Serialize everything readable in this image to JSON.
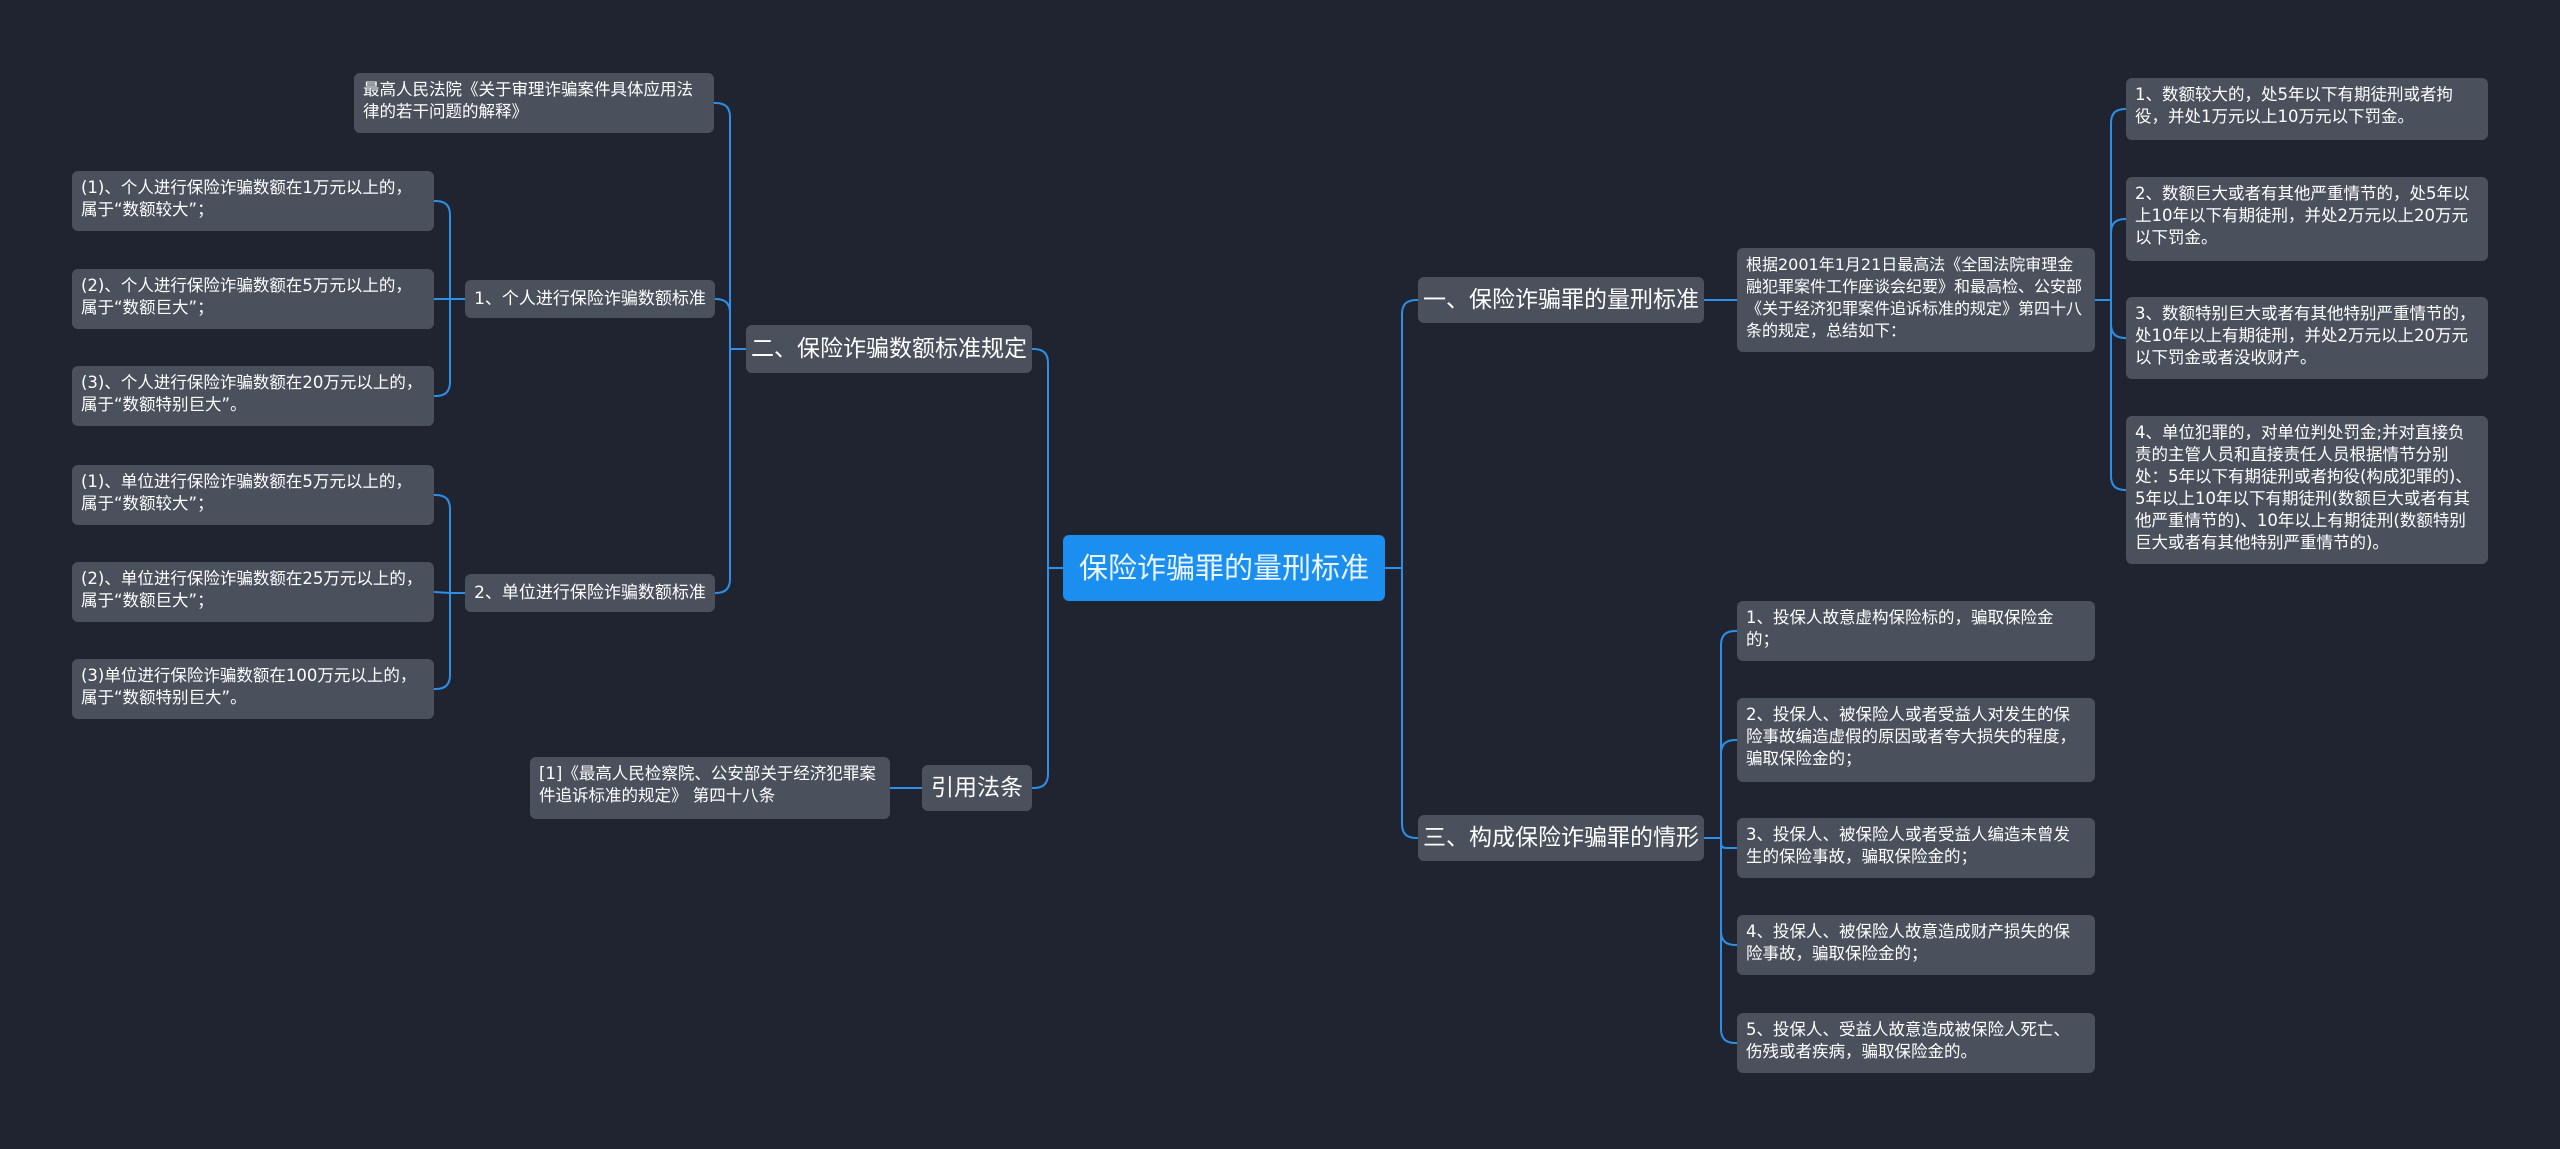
{
  "mindmap": {
    "root": "保险诈骗罪的量刑标准",
    "branch1": {
      "label": "一、保险诈骗罪的量刑标准",
      "summary": "根据2001年1月21日最高法《全国法院审理金融犯罪案件工作座谈会纪要》和最高检、公安部《关于经济犯罪案件追诉标准的规定》第四十八条的规定，总结如下：",
      "items": [
        "1、数额较大的，处5年以下有期徒刑或者拘役，并处1万元以上10万元以下罚金。",
        "2、数额巨大或者有其他严重情节的，处5年以上10年以下有期徒刑，并处2万元以上20万元以下罚金。",
        "3、数额特别巨大或者有其他特别严重情节的，处10年以上有期徒刑，并处2万元以上20万元以下罚金或者没收财产。",
        "4、单位犯罪的，对单位判处罚金;并对直接负责的主管人员和直接责任人员根据情节分别处：5年以下有期徒刑或者拘役(构成犯罪的)、5年以上10年以下有期徒刑(数额巨大或者有其他严重情节的)、10年以上有期徒刑(数额特别巨大或者有其他特别严重情节的)。"
      ]
    },
    "branch2": {
      "label": "二、保险诈骗数额标准规定",
      "source": "最高人民法院《关于审理诈骗案件具体应用法律的若干问题的解释》",
      "personal": {
        "label": "1、个人进行保险诈骗数额标准",
        "items": [
          "(1)、个人进行保险诈骗数额在1万元以上的，属于“数额较大”；",
          "(2)、个人进行保险诈骗数额在5万元以上的，属于“数额巨大”；",
          "(3)、个人进行保险诈骗数额在20万元以上的，属于“数额特别巨大”。"
        ]
      },
      "unit": {
        "label": "2、单位进行保险诈骗数额标准",
        "items": [
          "(1)、单位进行保险诈骗数额在5万元以上的，属于“数额较大”；",
          "(2)、单位进行保险诈骗数额在25万元以上的，属于“数额巨大”；",
          "(3)单位进行保险诈骗数额在100万元以上的，属于“数额特别巨大”。"
        ]
      }
    },
    "branch3": {
      "label": "三、构成保险诈骗罪的情形",
      "items": [
        "1、投保人故意虚构保险标的，骗取保险金的；",
        "2、投保人、被保险人或者受益人对发生的保险事故编造虚假的原因或者夸大损失的程度，骗取保险金的；",
        "3、投保人、被保险人或者受益人编造未曾发生的保险事故，骗取保险金的；",
        "4、投保人、被保险人故意造成财产损失的保险事故，骗取保险金的；",
        "5、投保人、受益人故意造成被保险人死亡、伤残或者疾病，骗取保险金的。"
      ]
    },
    "branch4": {
      "label": "引用法条",
      "items": [
        "[1]《最高人民检察院、公安部关于经济犯罪案件追诉标准的规定》 第四十八条"
      ]
    }
  },
  "colors": {
    "background": "#1f2430",
    "node": "#4a505c",
    "root": "#1b8ff0",
    "link": "#2d8fe6"
  }
}
